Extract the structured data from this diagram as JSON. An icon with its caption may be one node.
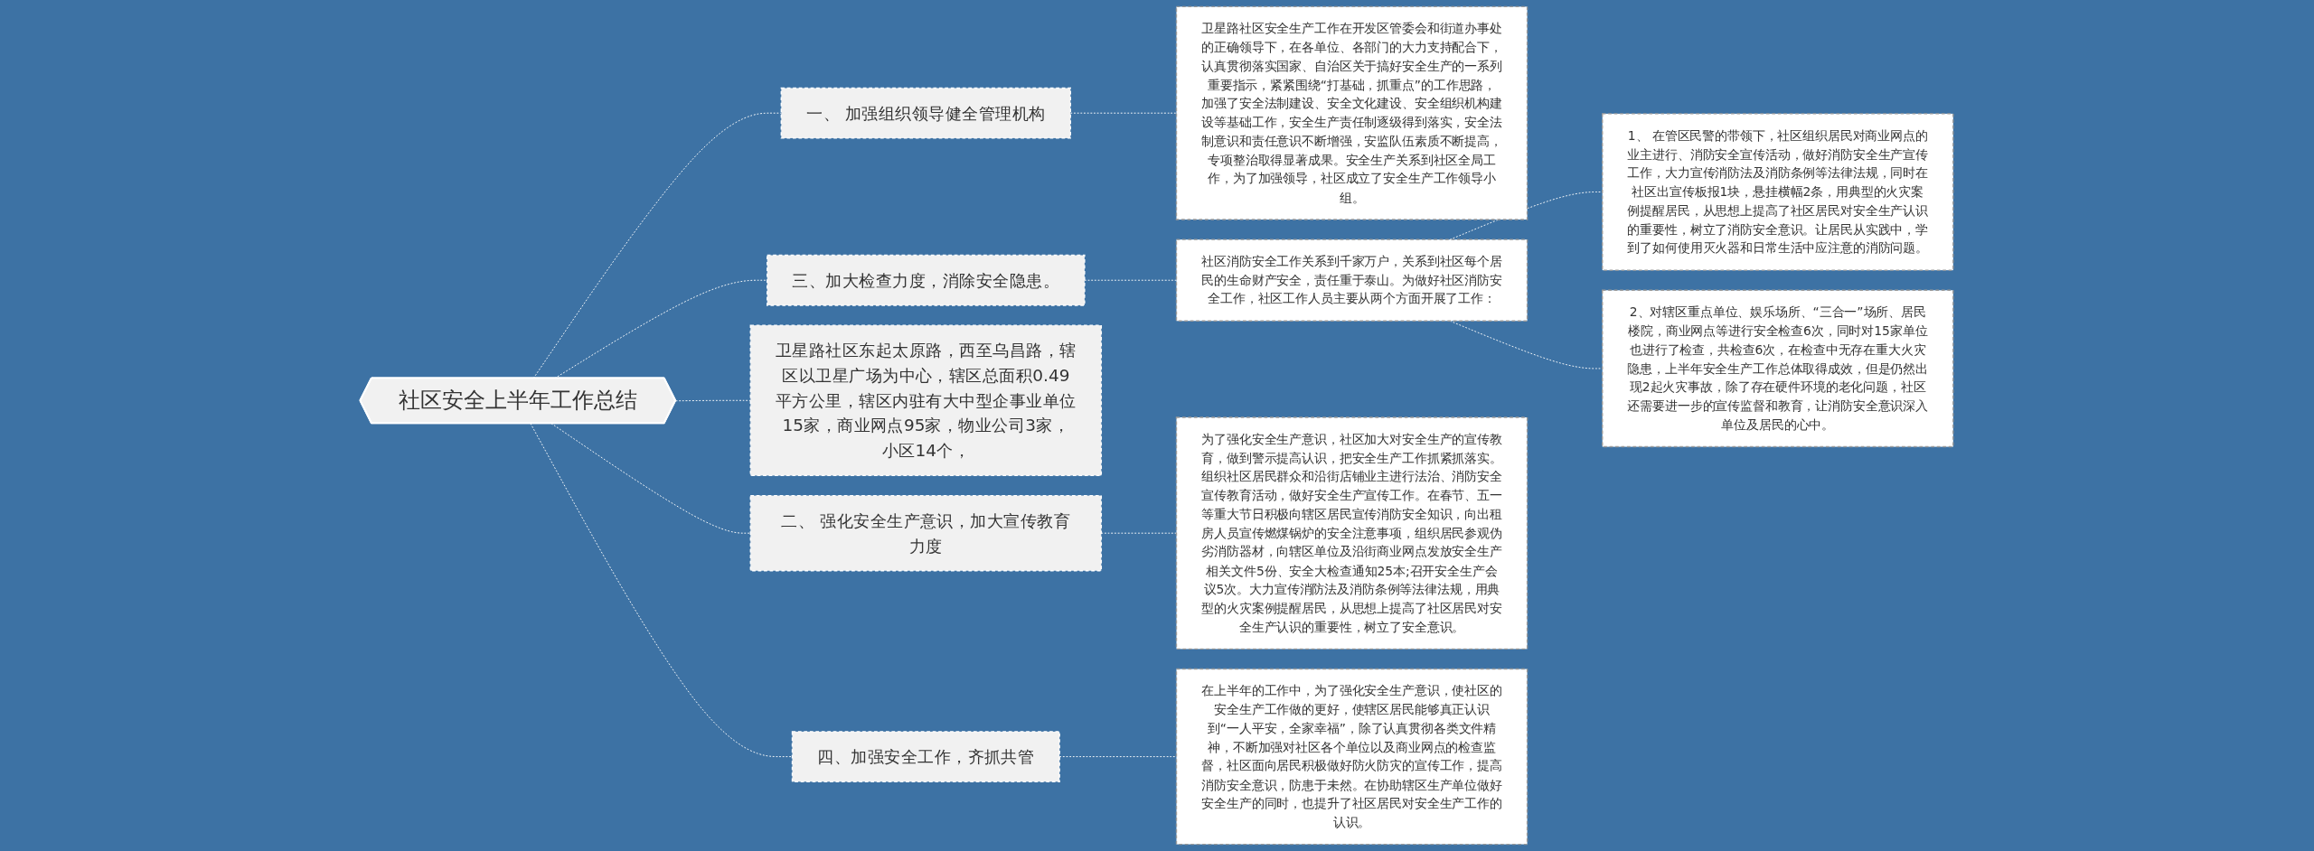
{
  "diagram": {
    "nodes": [
      {
        "text": [
          "社区安全上半年工作总结"
        ]
      },
      {
        "text": [
          "一、 加强组织领导健全管理机构"
        ]
      },
      {
        "text": [
          "卫星路社区安全生产工作在开发区管委会和街道办事处的正确领导下，在各单位、各部门的大力支持配合下，认真贯彻落实国家、自治区关于搞好安全生产的一系列重要指示，紧紧围绕“打基础，抓重点”的工作思路，加强了安全法制建设、安全文化建设、安全组织机构建设等基础工作，安全生产责任制逐级得到落实，安全法制意识和责任意识不断增强，安监队伍素质不断提高，专项整治取得显著成果。安全生产关系到社区全局工作，为了加强领导，社区成立了安全生产工作领导小组。"
        ]
      },
      {
        "text": [
          "三、加大检查力度，消除安全隐患。"
        ]
      },
      {
        "text": [
          "社区消防安全工作关系到千家万户，关系到社区每个居民的生命财产安全，责任重于泰山。为做好社区消防安全工作，社区工作人员主要从两个方面开展了工作："
        ]
      },
      {
        "text": [
          "1、 在管区民警的带领下，社区组织居民对商业网点的业主进行、消防安全宣传活动，做好消防安全生产宣传工作，大力宣传消防法及消防条例等法律法规，同时在社区出宣传板报1块，悬挂横幅2条，用典型的火灾案例提醒居民，从思想上提高了社区居民对安全生产认识的重要性，树立了消防安全意识。让居民从实践中，学到了如何使用灭火器和日常生活中应注意的消防问题。"
        ]
      },
      {
        "text": [
          "2、对辖区重点单位、娱乐场所、“三合一”场所、居民楼院，商业网点等进行安全检查6次，同时对15家单位也进行了检查，共检查6次，在检查中无存在重大火灾隐患，上半年安全生产工作总体取得成效，但是仍然出现2起火灾事故，除了存在硬件环境的老化问题，社区还需要进一步的宣传监督和教育，让消防安全意识深入单位及居民的心中。"
        ]
      },
      {
        "text": [
          "卫星路社区东起太原路，西至乌昌路，辖区以卫星广场为中心，辖区总面积0.49平方公里，辖区内驻有大中型企事业单位15家，商业网点95家，物业公司3家，小区14个，"
        ]
      },
      {
        "text": [
          "二、 强化安全生产意识，加大宣传教育力度"
        ]
      },
      {
        "text": [
          "为了强化安全生产意识，社区加大对安全生产的宣传教育，做到警示提高认识，把安全生产工作抓紧抓落实。组织社区居民群众和沿街店铺业主进行法治、消防安全宣传教育活动，做好安全生产宣传工作。在春节、五一等重大节日积极向辖区居民宣传消防安全知识，向出租房人员宣传燃煤锅炉的安全注意事项，组织居民参观伪劣消防器材，向辖区单位及沿街商业网点发放安全生产相关文件5份、安全大检查通知25本;召开安全生产会议5次。大力宣传消防法及消防条例等法律法规，用典型的火灾案例提醒居民，从思想上提高了社区居民对安全生产认识的重要性，树立了安全意识。"
        ]
      },
      {
        "text": [
          "四、加强安全工作，齐抓共管"
        ]
      },
      {
        "text": [
          "在上半年的工作中，为了强化安全生产意识，使社区的安全生产工作做的更好，使辖区居民能够真正认识到“一人平安，全家幸福”，除了认真贯彻各类文件精神，不断加强对社区各个单位以及商业网点的检查监督，社区面向居民积极做好防火防灾的宣传工作，提高消防安全意识，防患于未然。在协助辖区生产单位做好安全生产的同时，也提升了社区居民对安全生产工作的认识。"
        ]
      }
    ],
    "edges": [
      {
        "from": 0,
        "to": 1,
        "arrow": "none",
        "style": "dashed"
      },
      {
        "from": 1,
        "to": 2,
        "arrow": "none",
        "style": "dashed"
      },
      {
        "from": 0,
        "to": 3,
        "arrow": "none",
        "style": "dashed"
      },
      {
        "from": 3,
        "to": 4,
        "arrow": "none",
        "style": "dashed"
      },
      {
        "from": 4,
        "to": 5,
        "arrow": "none",
        "style": "dashed"
      },
      {
        "from": 4,
        "to": 6,
        "arrow": "none",
        "style": "dashed"
      },
      {
        "from": 0,
        "to": 7,
        "arrow": "none",
        "style": "dashed"
      },
      {
        "from": 0,
        "to": 8,
        "arrow": "none",
        "style": "dashed"
      },
      {
        "from": 8,
        "to": 9,
        "arrow": "none",
        "style": "dashed"
      },
      {
        "from": 0,
        "to": 10,
        "arrow": "none",
        "style": "dashed"
      },
      {
        "from": 10,
        "to": 11,
        "arrow": "none",
        "style": "dashed"
      }
    ]
  }
}
